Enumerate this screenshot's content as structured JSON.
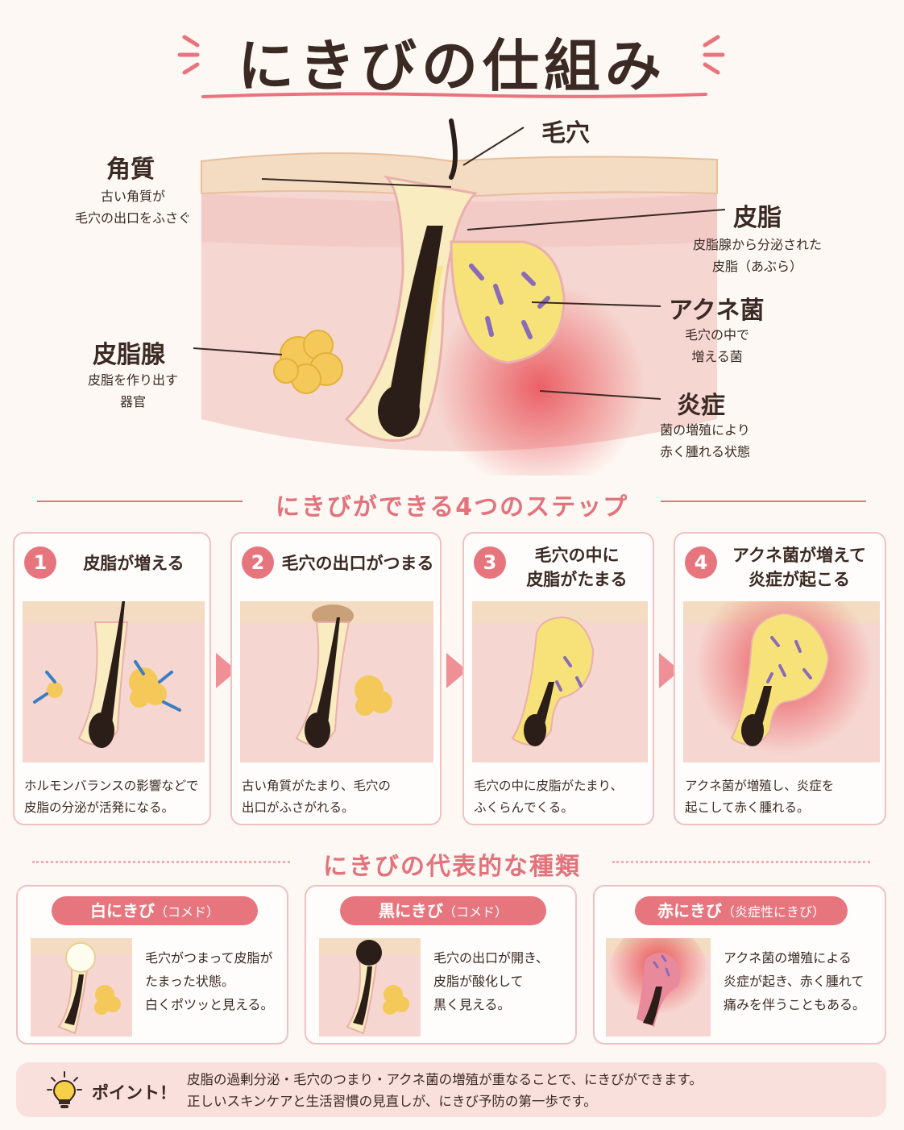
{
  "title": "にきびの仕組み",
  "diagram": {
    "labels": {
      "pore": {
        "title": "毛穴"
      },
      "keratin": {
        "title": "角質",
        "desc": [
          "古い角質が",
          "毛穴の出口をふさぐ"
        ]
      },
      "sebum": {
        "title": "皮脂",
        "desc": [
          "皮脂腺から分泌された",
          "皮脂（あぶら）"
        ]
      },
      "acne_bacteria": {
        "title": "アクネ菌",
        "desc": [
          "毛穴の中で",
          "増える菌"
        ]
      },
      "sebaceous_gland": {
        "title": "皮脂腺",
        "desc": [
          "皮脂を作り出す",
          "器官"
        ]
      },
      "inflammation": {
        "title": "炎症",
        "desc": [
          "菌の増殖により",
          "赤く腫れる状態"
        ]
      }
    }
  },
  "steps_section": {
    "title": "にきびができる4つのステップ",
    "steps": [
      {
        "num": "1",
        "title": [
          "皮脂が増える"
        ],
        "desc": [
          "ホルモンバランスの影響などで",
          "皮脂の分泌が活発になる。"
        ]
      },
      {
        "num": "2",
        "title": [
          "毛穴の出口がつまる"
        ],
        "desc": [
          "古い角質がたまり、毛穴の",
          "出口がふさがれる。"
        ]
      },
      {
        "num": "3",
        "title": [
          "毛穴の中に",
          "皮脂がたまる"
        ],
        "desc": [
          "毛穴の中に皮脂がたまり、",
          "ふくらんでくる。"
        ]
      },
      {
        "num": "4",
        "title": [
          "アクネ菌が増えて",
          "炎症が起こる"
        ],
        "desc": [
          "アクネ菌が増殖し、炎症を",
          "起こして赤く腫れる。"
        ]
      }
    ]
  },
  "types_section": {
    "title": "にきびの代表的な種類",
    "types": [
      {
        "name": "白にきび",
        "sub": "（コメド）",
        "desc": [
          "毛穴がつまって皮脂が",
          "たまった状態。",
          "白くポツッと見える。"
        ]
      },
      {
        "name": "黒にきび",
        "sub": "（コメド）",
        "desc": [
          "毛穴の出口が開き、",
          "皮脂が酸化して",
          "黒く見える。"
        ]
      },
      {
        "name": "赤にきび",
        "sub": "（炎症性にきび）",
        "desc": [
          "アクネ菌の増殖による",
          "炎症が起き、赤く腫れて",
          "痛みを伴うこともある。"
        ]
      }
    ]
  },
  "point": {
    "label": "ポイント！",
    "lines": [
      "皮脂の過剰分泌・毛穴のつまり・アクネ菌の増殖が重なることで、にきびができます。",
      "正しいスキンケアと生活習慣の見直しが、にきび予防の第一歩です。"
    ],
    "icon": "lightbulb-icon"
  },
  "colors": {
    "accent": "#e7757e",
    "skin": "#f6d6d0",
    "sebum": "#f7e27a",
    "hair": "#2b1d18",
    "bacteria": "#8a6bb8",
    "inflammation": "#e8434c"
  }
}
